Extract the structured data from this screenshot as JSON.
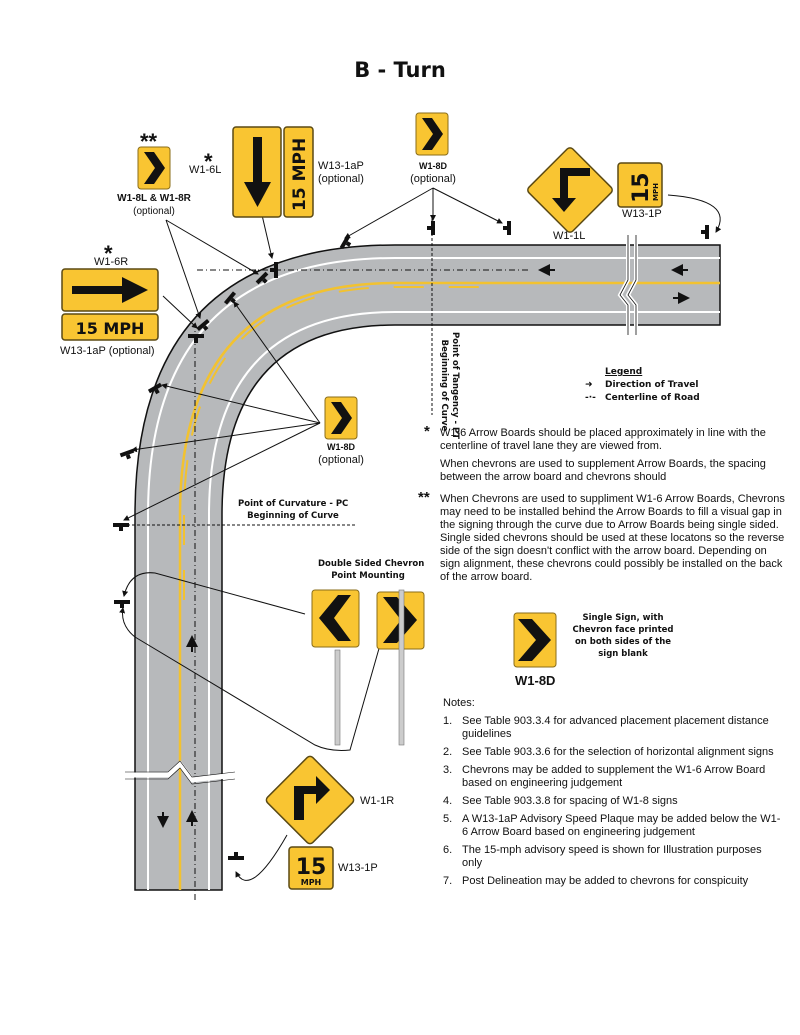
{
  "title": "B - Turn",
  "colors": {
    "sign_yellow": "#F9C532",
    "road_gray": "#B7B9BB",
    "center_yellow": "#F2C230",
    "ink": "#111111"
  },
  "signs": {
    "w1_8lr": {
      "stars": "**",
      "code": "W1-8L & W1-8R",
      "note": "(optional)"
    },
    "w1_6l": {
      "star": "*",
      "code": "W1-6L"
    },
    "w13_1ap_top": {
      "plaque": "15 MPH",
      "code": "W13-1aP",
      "note": "(optional)"
    },
    "w1_8d_top": {
      "code": "W1-8D",
      "note": "(optional)"
    },
    "w1_1l": {
      "code": "W1-1L"
    },
    "w13_1p_top": {
      "num": "15",
      "unit": "MPH",
      "code": "W13-1P"
    },
    "w1_6r": {
      "star": "*",
      "code": "W1-6R",
      "plaque": "15 MPH",
      "plaque_code": "W13-1aP (optional)"
    },
    "w1_8d_mid": {
      "code": "W1-8D",
      "note": "(optional)"
    },
    "w1_8d_single": {
      "code": "W1-8D",
      "desc": "Single Sign, with Chevron face printed on both sides of the sign blank"
    },
    "double_sided": {
      "desc_1": "Double Sided Chevron",
      "desc_2": "Point Mounting"
    },
    "w1_1r": {
      "code": "W1-1R"
    },
    "w13_1p_bottom": {
      "num": "15",
      "unit": "MPH",
      "code": "W13-1P"
    }
  },
  "points": {
    "pt": {
      "line1": "Point of Tangency - PT",
      "line2": "Beginning of Curve"
    },
    "pc": {
      "line1": "Point of Curvature - PC",
      "line2": "Beginning of Curve"
    }
  },
  "legend": {
    "title": "Legend",
    "items": [
      "Direction of Travel",
      "Centerline of Road"
    ]
  },
  "footnotes": [
    {
      "marker": "*",
      "paragraphs": [
        "W1-6 Arrow Boards should be placed approximately in line with the centerline of travel lane they are viewed from.",
        "When chevrons are used to supplement Arrow Boards, the spacing between the arrow board and chevrons should"
      ]
    },
    {
      "marker": "**",
      "paragraphs": [
        "When Chevrons are used to suppliment W1-6 Arrow Boards, Chevrons may need to be installed behind the Arrow Boards to fill a visual gap in the signing through the curve due to Arrow Boards being single sided.  Single sided chevrons should be used at these locatons so the reverse side of the sign doesn't conflict with the arrow board.  Depending on sign alignment, these chevrons could possibly be installed on the back of the arrow board."
      ]
    }
  ],
  "notes": {
    "title": "Notes:",
    "items": [
      {
        "n": "1.",
        "text": "See Table 903.3.4 for advanced placement placement distance guidelines"
      },
      {
        "n": "2.",
        "text": "See Table 903.3.6 for the selection of horizontal alignment signs"
      },
      {
        "n": "3.",
        "text": "Chevrons may be added to supplement the W1-6 Arrow Board based on engineering judgement"
      },
      {
        "n": "4.",
        "text": "See Table 903.3.8 for spacing of W1-8 signs"
      },
      {
        "n": "5.",
        "text": "A W13-1aP Advisory Speed Plaque may be added below the W1-6 Arrow Board based on engineering judgement"
      },
      {
        "n": "6.",
        "text": "The 15-mph advisory speed is shown for Illustration purposes only"
      },
      {
        "n": "7.",
        "text": "Post Delineation may be added to chevrons for conspicuity"
      }
    ]
  }
}
